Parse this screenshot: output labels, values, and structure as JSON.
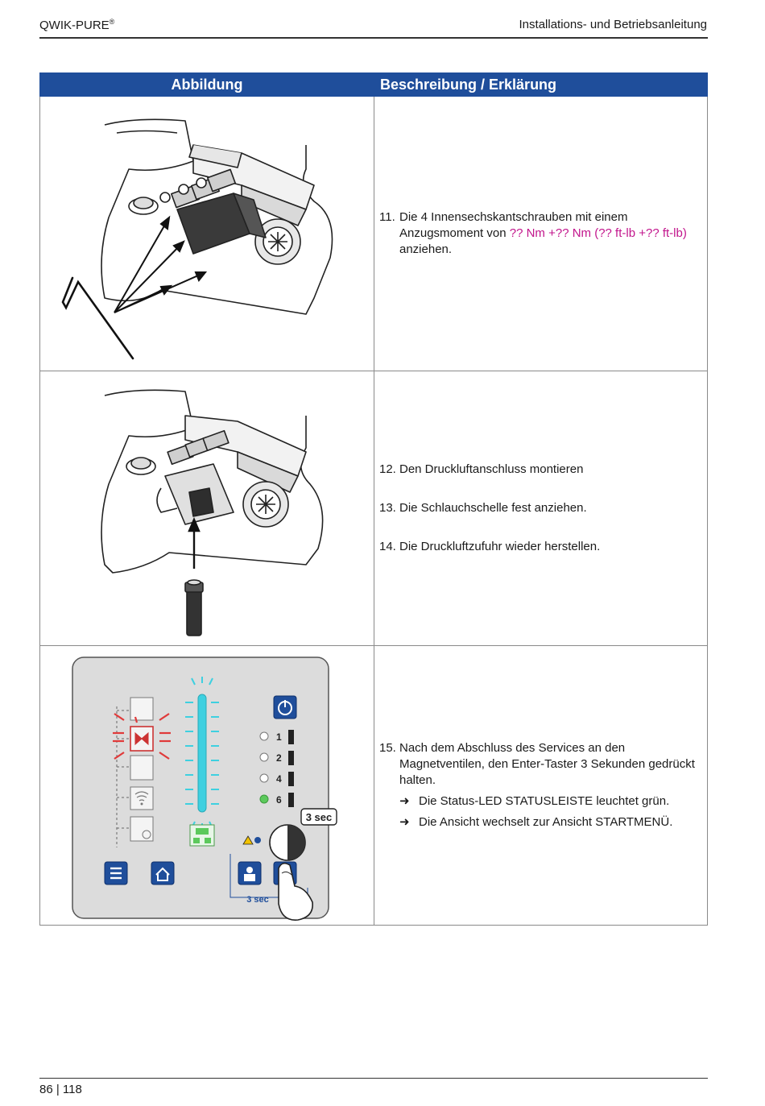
{
  "header": {
    "product": "QWIK-PURE",
    "product_mark": "®",
    "doc_title": "Installations- und Betriebsanleitung"
  },
  "table": {
    "col1_header": "Abbildung",
    "col2_header": "Beschreibung / Erklärung",
    "rows": [
      {
        "steps": [
          {
            "num": "11.",
            "text_a": "Die 4 Innensechskantschrauben mit einem Anzugsmoment von ",
            "text_highlight": "?? Nm +?? Nm (?? ft-lb +?? ft-lb)",
            "text_b": " anziehen."
          }
        ]
      },
      {
        "steps": [
          {
            "num": "12.",
            "text": "Den Druckluftanschluss montieren"
          },
          {
            "num": "13.",
            "text": "Die Schlauchschelle fest anziehen."
          },
          {
            "num": "14.",
            "text": "Die Druckluftzufuhr wieder herstellen."
          }
        ]
      },
      {
        "steps": [
          {
            "num": "15.",
            "text": "Nach dem Abschluss des Services an den Magnetventilen, den Enter-Taster 3 Sekunden gedrückt halten."
          }
        ],
        "results": [
          {
            "arrow": "➜",
            "text": "Die Status-LED STATUSLEISTE leuchtet grün."
          },
          {
            "arrow": "➜",
            "text": "Die Ansicht wechselt zur Ansicht STARTMENÜ."
          }
        ]
      }
    ]
  },
  "panel": {
    "levels": [
      "1",
      "2",
      "4",
      "6"
    ],
    "timer_label": "3 sec",
    "hold_label": "3 sec"
  },
  "footer": {
    "page": "86 | 118"
  },
  "colors": {
    "header_blue": "#1f4e9b",
    "highlight_magenta": "#c2158c",
    "led_cyan": "#3ed0e0",
    "led_red": "#e03a3a",
    "led_green": "#5cc95c",
    "panel_gray": "#dcdcdc"
  }
}
